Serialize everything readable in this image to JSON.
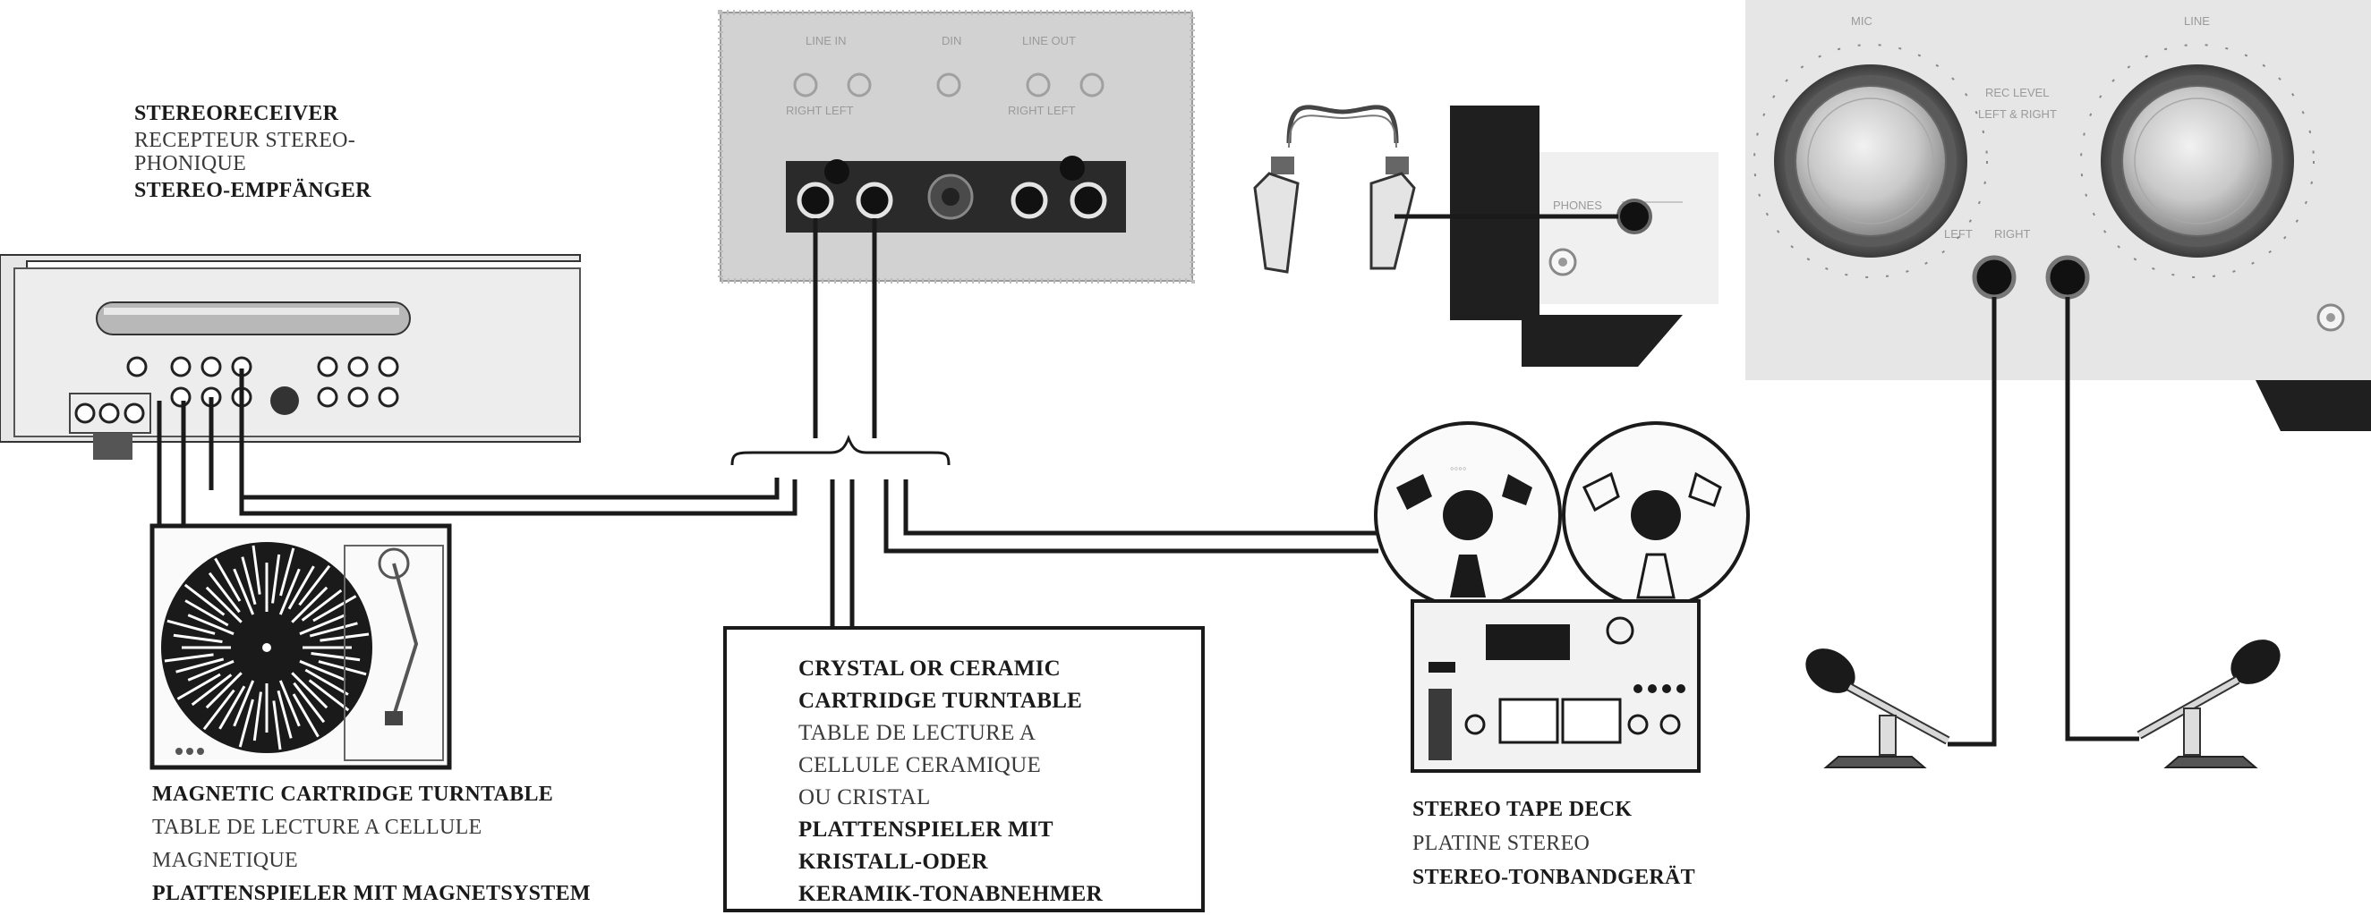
{
  "labels": {
    "receiver": {
      "line1": "STEREORECEIVER",
      "line2": "RECEPTEUR STEREO-",
      "line3": "PHONIQUE",
      "line4": "STEREO-EMPFÄNGER"
    },
    "magnetic_turntable": {
      "line1": "MAGNETIC CARTRIDGE TURNTABLE",
      "line2": "TABLE DE LECTURE A CELLULE",
      "line3": "MAGNETIQUE",
      "line4": "PLATTENSPIELER MIT MAGNETSYSTEM"
    },
    "crystal_turntable": {
      "line1": "CRYSTAL OR CERAMIC",
      "line2": "CARTRIDGE TURNTABLE",
      "line3": "TABLE DE LECTURE A",
      "line4": "CELLULE CERAMIQUE",
      "line5": "OU CRISTAL",
      "line6": "PLATTENSPIELER MIT",
      "line7": "KRISTALL-ODER",
      "line8": "KERAMIK-TONABNEHMER"
    },
    "tape_deck": {
      "line1": "STEREO TAPE DECK",
      "line2": "PLATINE STEREO",
      "line3": "STEREO-TONBANDGERÄT"
    }
  },
  "panel_text": {
    "line_in": "LINE IN",
    "din": "DIN",
    "line_out": "LINE OUT",
    "right_left_in": "RIGHT   LEFT",
    "right_left_out": "RIGHT   LEFT",
    "phones": "PHONES",
    "mic": "MIC",
    "line": "LINE",
    "rec_level": "REC LEVEL",
    "left_right": "LEFT & RIGHT",
    "mic_left": "LEFT",
    "mic_right": "RIGHT"
  },
  "colors": {
    "ink": "#1a1a1a",
    "panel_gray": "#d2d2d2",
    "jack_plate": "#2a2a2a"
  }
}
